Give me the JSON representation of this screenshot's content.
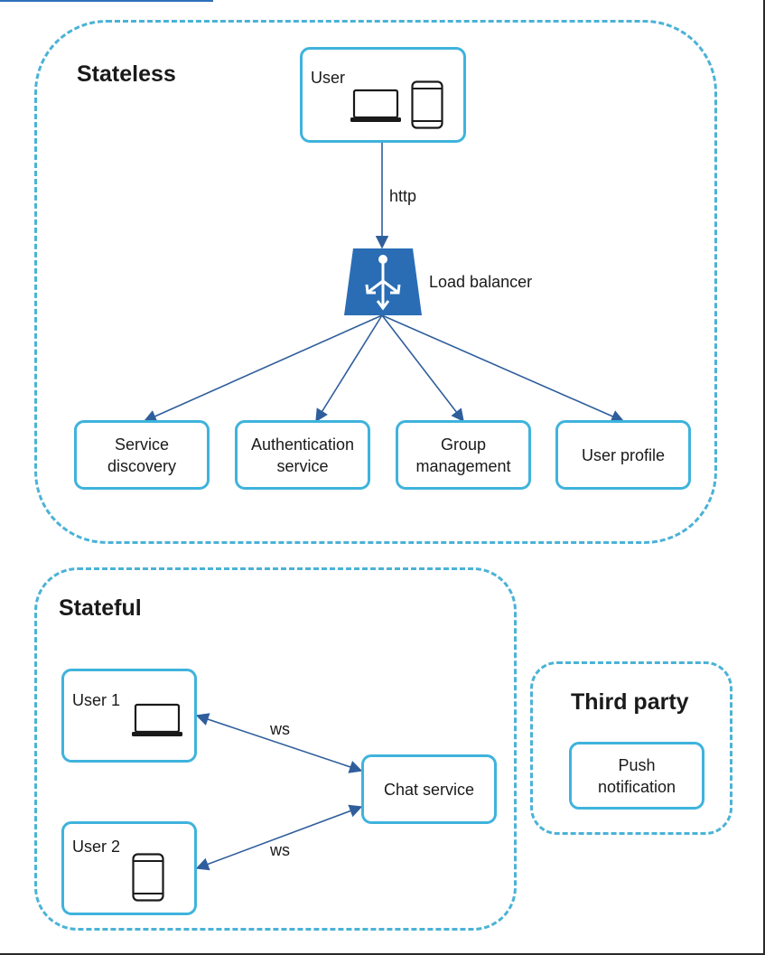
{
  "zones": {
    "stateless": "Stateless",
    "stateful": "Stateful",
    "third_party": "Third party"
  },
  "nodes": {
    "user": "User",
    "load_balancer": "Load balancer",
    "service_discovery": "Service\ndiscovery",
    "authentication_service": "Authentication\nservice",
    "group_management": "Group\nmanagement",
    "user_profile": "User profile",
    "user_1": "User 1",
    "user_2": "User 2",
    "chat_service": "Chat service",
    "push_notification": "Push\nnotification"
  },
  "edges": {
    "user_to_lb": "http",
    "user1_chat": "ws",
    "user2_chat": "ws"
  },
  "icons": {
    "laptop": "laptop-icon",
    "phone": "phone-icon",
    "load_balancer": "load-balancer-icon"
  },
  "colors": {
    "zone_border": "#4bb2d6",
    "box_border": "#3fb3dc",
    "arrow": "#2f5e9c",
    "load_balancer": "#2a6db5"
  }
}
